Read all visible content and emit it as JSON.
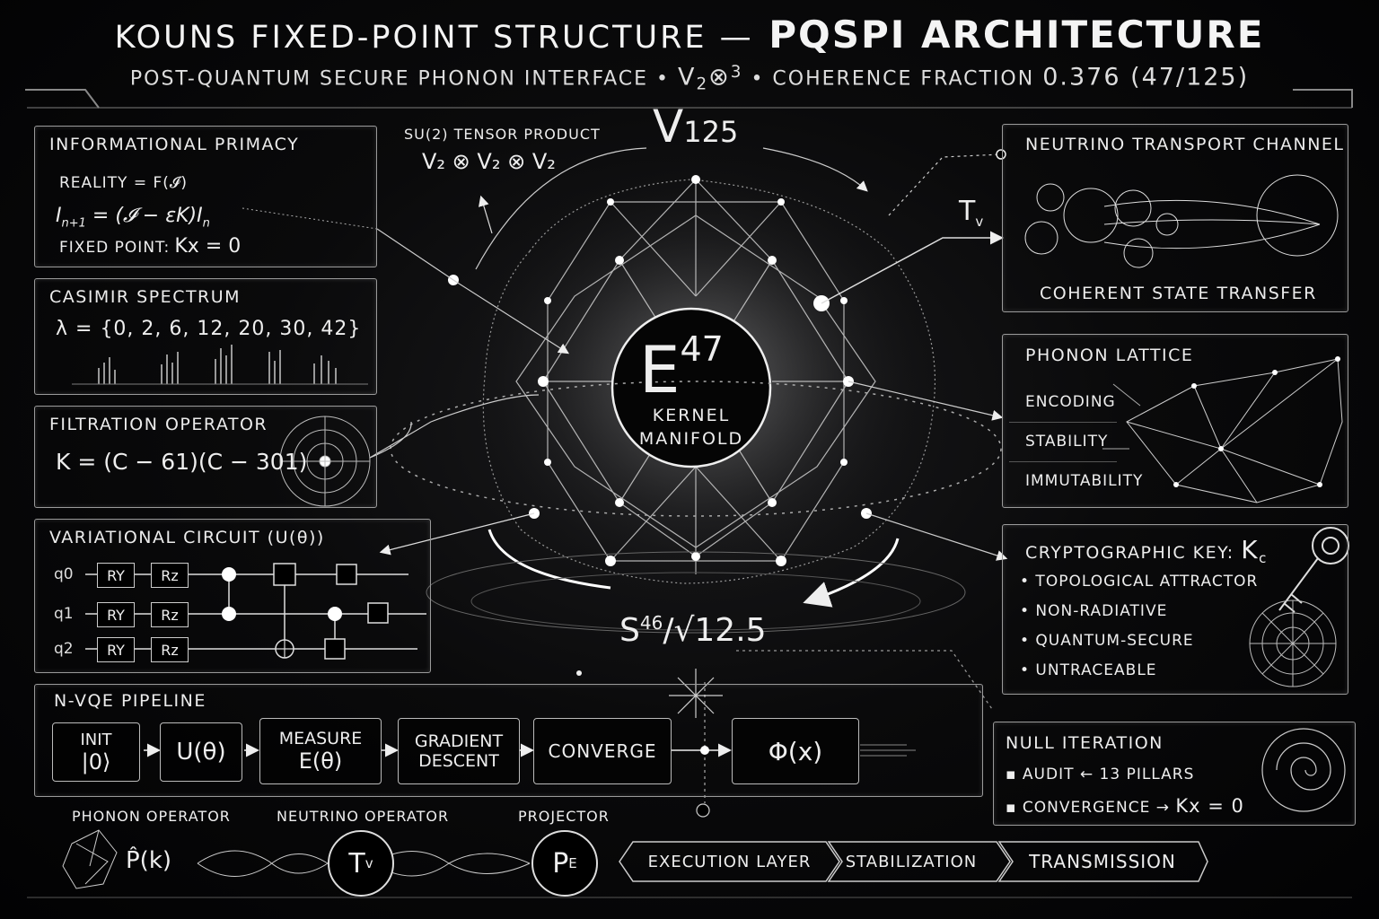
{
  "header": {
    "title_part1": "KOUNS FIXED-POINT STRUCTURE —",
    "title_part2": "PQSPI ARCHITECTURE",
    "subtitle_part1": "POST-QUANTUM SECURE PHONON INTERFACE  •",
    "subtitle_v": "V",
    "subtitle_sub": "2",
    "subtitle_op": "⊗",
    "subtitle_sup": "3",
    "subtitle_part2": "•  COHERENCE FRACTION",
    "subtitle_value": "0.376 (47/125)"
  },
  "informational_primacy": {
    "title": "INFORMATIONAL PRIMACY",
    "line1": "REALITY = F(𝓘)",
    "line2": "I",
    "line2_sub": "n+1",
    "line2_rest": " = (𝓘 − εK)I",
    "line2_sub2": "n",
    "line3_label": "FIXED POINT:",
    "line3_eq": "Kx = 0"
  },
  "casimir": {
    "title": "CASIMIR SPECTRUM",
    "formula": "λ = {0, 2, 6, 12, 20, 30, 42}"
  },
  "filtration": {
    "title": "FILTRATION OPERATOR",
    "formula": "K = (C − 61)(C − 301)"
  },
  "circuit": {
    "title": "VARIATIONAL CIRCUIT (U(θ))",
    "qubits": [
      "q0",
      "q1",
      "q2"
    ],
    "gate_ry": "RY",
    "gate_rz": "Rz"
  },
  "center": {
    "tensor_title": "SU(2) TENSOR PRODUCT",
    "tensor_formula": "V₂ ⊗ V₂ ⊗ V₂",
    "v125": "V",
    "v125_sub": "125",
    "e47": "E",
    "e47_sup": "47",
    "kernel_line1": "KERNEL",
    "kernel_line2": "MANIFOLD",
    "s46": "S",
    "s46_sup": "46",
    "s46_rest": "/√12.5",
    "tv": "T",
    "tv_sub": "v"
  },
  "neutrino": {
    "title": "NEUTRINO TRANSPORT CHANNEL",
    "caption": "COHERENT STATE TRANSFER"
  },
  "phonon_lattice": {
    "title": "PHONON LATTICE",
    "items": [
      "ENCODING",
      "STABILITY",
      "IMMUTABILITY"
    ]
  },
  "crypto": {
    "title": "CRYPTOGRAPHIC KEY:",
    "key": "K",
    "key_sub": "c",
    "bullets": [
      "• TOPOLOGICAL ATTRACTOR",
      "• NON-RADIATIVE",
      "• QUANTUM-SECURE",
      "• UNTRACEABLE"
    ]
  },
  "pipeline": {
    "title": "N-VQE PIPELINE",
    "init_line1": "INIT",
    "init_line2": "|0⟩",
    "u_theta": "U(θ)",
    "measure_line1": "MEASURE",
    "measure_line2": "E(θ)",
    "gradient_line1": "GRADIENT",
    "gradient_line2": "DESCENT",
    "converge": "CONVERGE",
    "phi": "Φ(x)"
  },
  "null_iteration": {
    "title": "NULL ITERATION",
    "item1": "▪  AUDIT ← 13 PILLARS",
    "item2_label": "▪  CONVERGENCE →",
    "item2_eq": "Kx = 0"
  },
  "operators": {
    "phonon_label": "PHONON OPERATOR",
    "phonon_symbol": "P̂(k)",
    "neutrino_label": "NEUTRINO OPERATOR",
    "neutrino_symbol": "T",
    "neutrino_sub": "v",
    "projector_label": "PROJECTOR",
    "projector_symbol": "P",
    "projector_sub": "E"
  },
  "layers": [
    "EXECUTION LAYER",
    "STABILIZATION",
    "TRANSMISSION"
  ]
}
